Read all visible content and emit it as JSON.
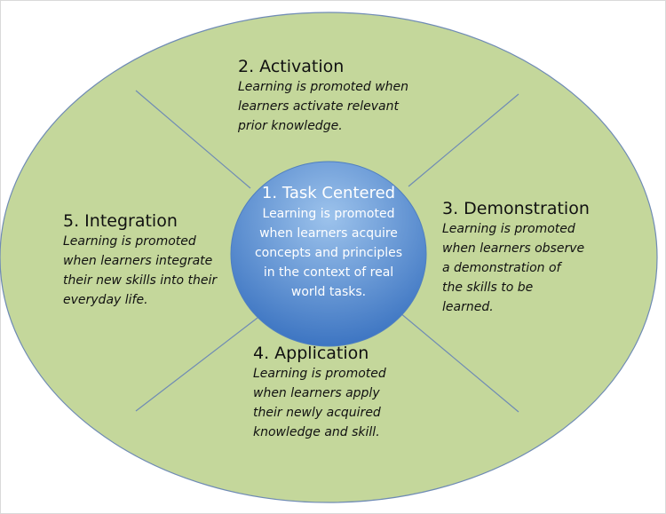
{
  "diagram": {
    "colors": {
      "ring_fill": "#c4d79b",
      "ring_stroke": "#6f8bb5",
      "center_fill_top": "#9dc3ec",
      "center_fill_bottom": "#3d75c2"
    },
    "center": {
      "title": "1. Task Centered",
      "desc": "Learning is promoted\nwhen learners acquire\nconcepts and principles\nin the context of real\nworld tasks."
    },
    "activation": {
      "title": "2. Activation",
      "desc": "Learning is promoted when\nlearners activate relevant\nprior knowledge."
    },
    "demonstration": {
      "title": "3. Demonstration",
      "desc": "Learning is promoted\nwhen learners observe\na demonstration of\nthe skills  to be\nlearned."
    },
    "application": {
      "title": "4. Application",
      "desc": "Learning is promoted\nwhen learners apply\ntheir newly acquired\nknowledge and skill."
    },
    "integration": {
      "title": "5. Integration",
      "desc": "Learning is promoted\nwhen learners integrate\ntheir new skills into their\neveryday life."
    }
  }
}
